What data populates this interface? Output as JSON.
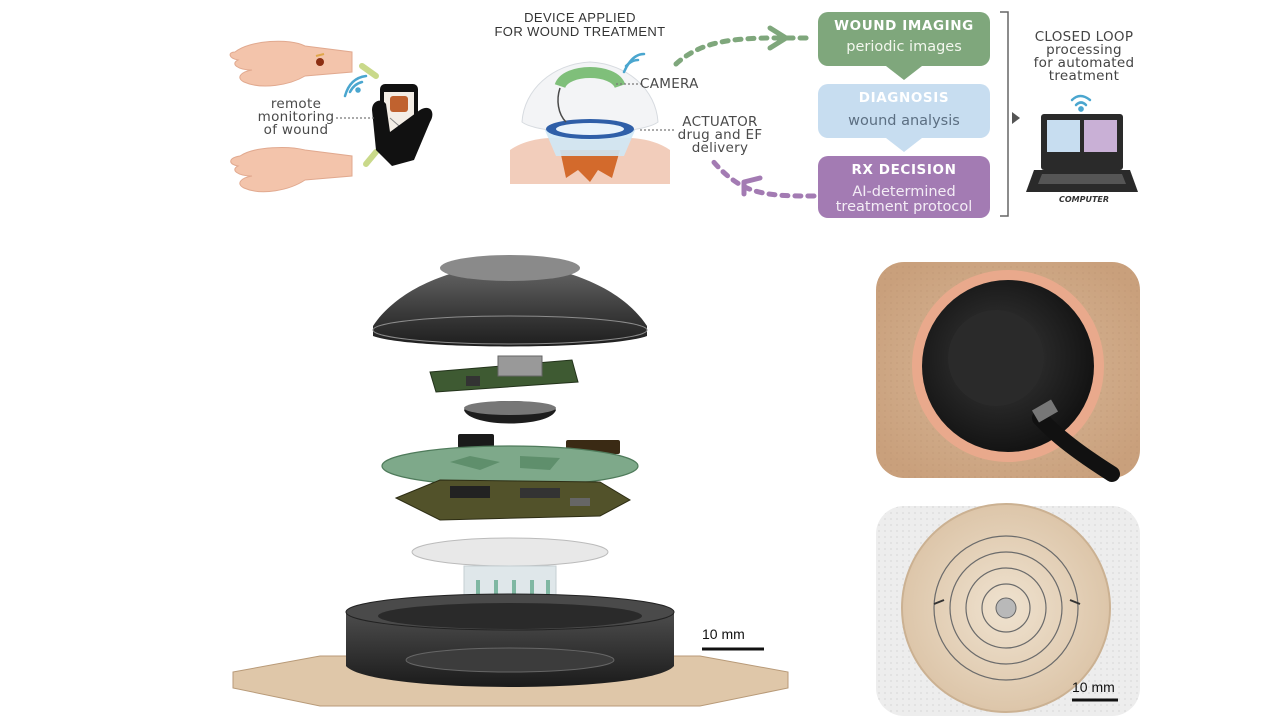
{
  "top_diagram": {
    "device_header": [
      "DEVICE APPLIED",
      "FOR WOUND TREATMENT"
    ],
    "camera_label": "CAMERA",
    "actuator_label": [
      "ACTUATOR",
      "drug and EF",
      "delivery"
    ],
    "remote_label": [
      "remote",
      "monitoring",
      "of wound"
    ],
    "boxes": [
      {
        "title": "WOUND IMAGING",
        "subtitle": [
          "periodic images"
        ],
        "color": "#7fa77c"
      },
      {
        "title": "DIAGNOSIS",
        "subtitle": [
          "wound analysis"
        ],
        "color": "#c7ddf0"
      },
      {
        "title": "RX DECISION",
        "subtitle": [
          "AI-determined",
          "treatment protocol"
        ],
        "color": "#a37bb3"
      }
    ],
    "closed_loop_label": [
      "CLOSED LOOP",
      "processing",
      "for automated",
      "treatment"
    ],
    "computer_label": "COMPUTER",
    "arrow_green": "#7fa77c",
    "arrow_purple": "#a37bb3"
  },
  "scale_bars": {
    "exploded_view": "10 mm",
    "photo": "10 mm"
  }
}
